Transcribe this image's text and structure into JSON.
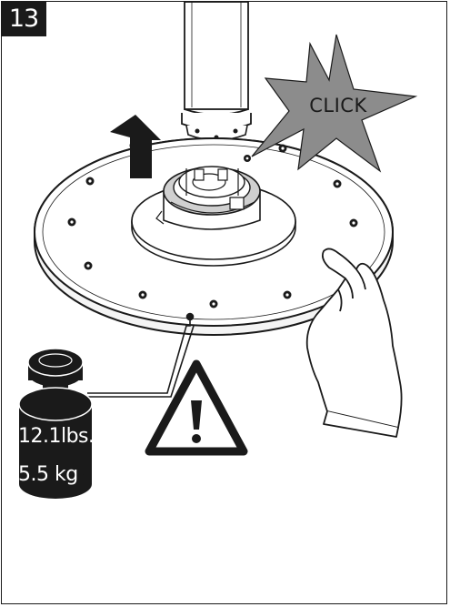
{
  "step": {
    "number": "13"
  },
  "callout": {
    "click_text": "CLICK"
  },
  "weight": {
    "pounds": "12.1lbs.",
    "kilograms": "5.5 kg"
  },
  "warning": {
    "symbol": "!"
  },
  "colors": {
    "ink": "#1a1a1a",
    "burst_fill": "#8c8c8c",
    "white": "#ffffff"
  },
  "icons": [
    "up-arrow-icon",
    "warning-triangle-icon",
    "weight-icon",
    "hand-icon",
    "click-burst-icon"
  ]
}
